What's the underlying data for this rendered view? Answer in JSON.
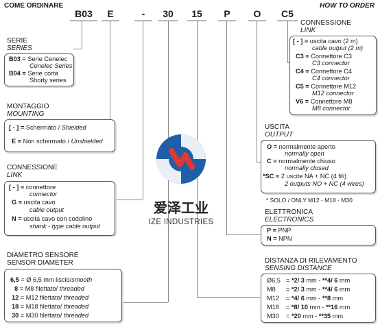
{
  "header": {
    "left": "COME ORDINARE",
    "right": "HOW TO ORDER"
  },
  "codes": [
    "B03",
    "E",
    "-",
    "30",
    "15",
    "P",
    "O",
    "C5"
  ],
  "serie": {
    "title": "SERIE",
    "subtitle": "SERIES",
    "rows": [
      {
        "key": "B03 =",
        "text": "Serie Cenelec",
        "en": "Cenelec Series"
      },
      {
        "key": "B04 =",
        "text": "Serie corta",
        "en": "Shorty series"
      }
    ]
  },
  "montaggio": {
    "title": "MONTAGGIO",
    "subtitle": "MOUNTING",
    "rows": [
      {
        "key": "[ - ] =",
        "text": "Schermato / ",
        "en": "Shielded"
      },
      {
        "key": "E =",
        "text": "Non schermato / ",
        "en": "Unshielded"
      }
    ]
  },
  "connessione_left": {
    "title": "CONNESSIONE",
    "subtitle": "LINK",
    "rows": [
      {
        "key": "[ - ] =",
        "text": "connettore",
        "en": "connector"
      },
      {
        "key": "G =",
        "text": "uscita cavo",
        "en": "cable output"
      },
      {
        "key": "N =",
        "text": "uscita cavo con  codolino",
        "en": "shank - type cable output"
      }
    ]
  },
  "diametro": {
    "title": "DIAMETRO SENSORE",
    "subtitle": "SENSOR DIAMETER",
    "rows": [
      {
        "key": "6,5",
        "text": "= Ø 6,5 mm liscio/",
        "en": "smooth"
      },
      {
        "key": "8",
        "text": "= M8 filettato/ ",
        "en": "threaded"
      },
      {
        "key": "12",
        "text": "= M12 filettato/ ",
        "en": "threaded"
      },
      {
        "key": "18",
        "text": "= M18 filettato/ ",
        "en": "threaded"
      },
      {
        "key": "30",
        "text": "= M30 filettato/ ",
        "en": "threaded"
      }
    ]
  },
  "connessione_right": {
    "title": "CONNESSIONE",
    "subtitle": "LINK",
    "rows": [
      {
        "key": "[ - ] =",
        "text": "uscita cavo (2 m)",
        "en": "cable output (2 m)"
      },
      {
        "key": "C3 =",
        "text": "Connettore C3",
        "en": "C3 connector"
      },
      {
        "key": "C4 =",
        "text": "Connettore C4",
        "en": "C4 connector"
      },
      {
        "key": "C5 =",
        "text": "Connettore M12",
        "en": "M12 connector"
      },
      {
        "key": "V6 =",
        "text": "Connettore M8",
        "en": "M8 connector"
      }
    ]
  },
  "uscita": {
    "title": "USCITA",
    "subtitle": "OUTPUT",
    "rows": [
      {
        "key": "O =",
        "text": "normalmente aperto",
        "en": "normally open"
      },
      {
        "key": "C =",
        "text": "normalmente chiuso",
        "en": "normally closed"
      },
      {
        "key": "*SC =",
        "text": "2 uscite NA + NC (4 fili)",
        "en": "2 outputs NO + NC (4 wires)"
      }
    ],
    "note": "* SOLO / ONLY M12 - M18 - M30"
  },
  "elettronica": {
    "title": "ELETTRONICA",
    "subtitle": "ELECTRONICS",
    "rows": [
      {
        "key": "P =",
        "text": "PNP"
      },
      {
        "key": "N =",
        "text": "NPN"
      }
    ]
  },
  "distanza": {
    "title": "DISTANZA DI RILEVAMENTO",
    "subtitle": "SENSING DISTANCE",
    "rows": [
      {
        "d": "Ø6,5",
        "eq": "=",
        "a": "*2/ 3",
        "mid": " mm - ",
        "b": "**4/ 6",
        "end": " mm"
      },
      {
        "d": "M8",
        "eq": "=",
        "a": "*2/ 3",
        "mid": " mm - ",
        "b": "**4/ 6",
        "end": " mm"
      },
      {
        "d": "M12",
        "eq": "=",
        "a": "*4/ 6",
        "mid": " mm - ",
        "b": "**8",
        "end": " mm"
      },
      {
        "d": "M18",
        "eq": "=",
        "a": "*8/ 10",
        "mid": " mm - ",
        "b": "**16",
        "end": " mm"
      },
      {
        "d": "M30",
        "eq": "=",
        "a": "*20",
        "mid": " mm - ",
        "b": "**35",
        "end": " mm"
      }
    ]
  },
  "logo": {
    "name_cn": "爱泽工业",
    "name_en": "IZE INDUSTRIES",
    "colors": [
      "#1f5fa8",
      "#e03a2f"
    ]
  }
}
